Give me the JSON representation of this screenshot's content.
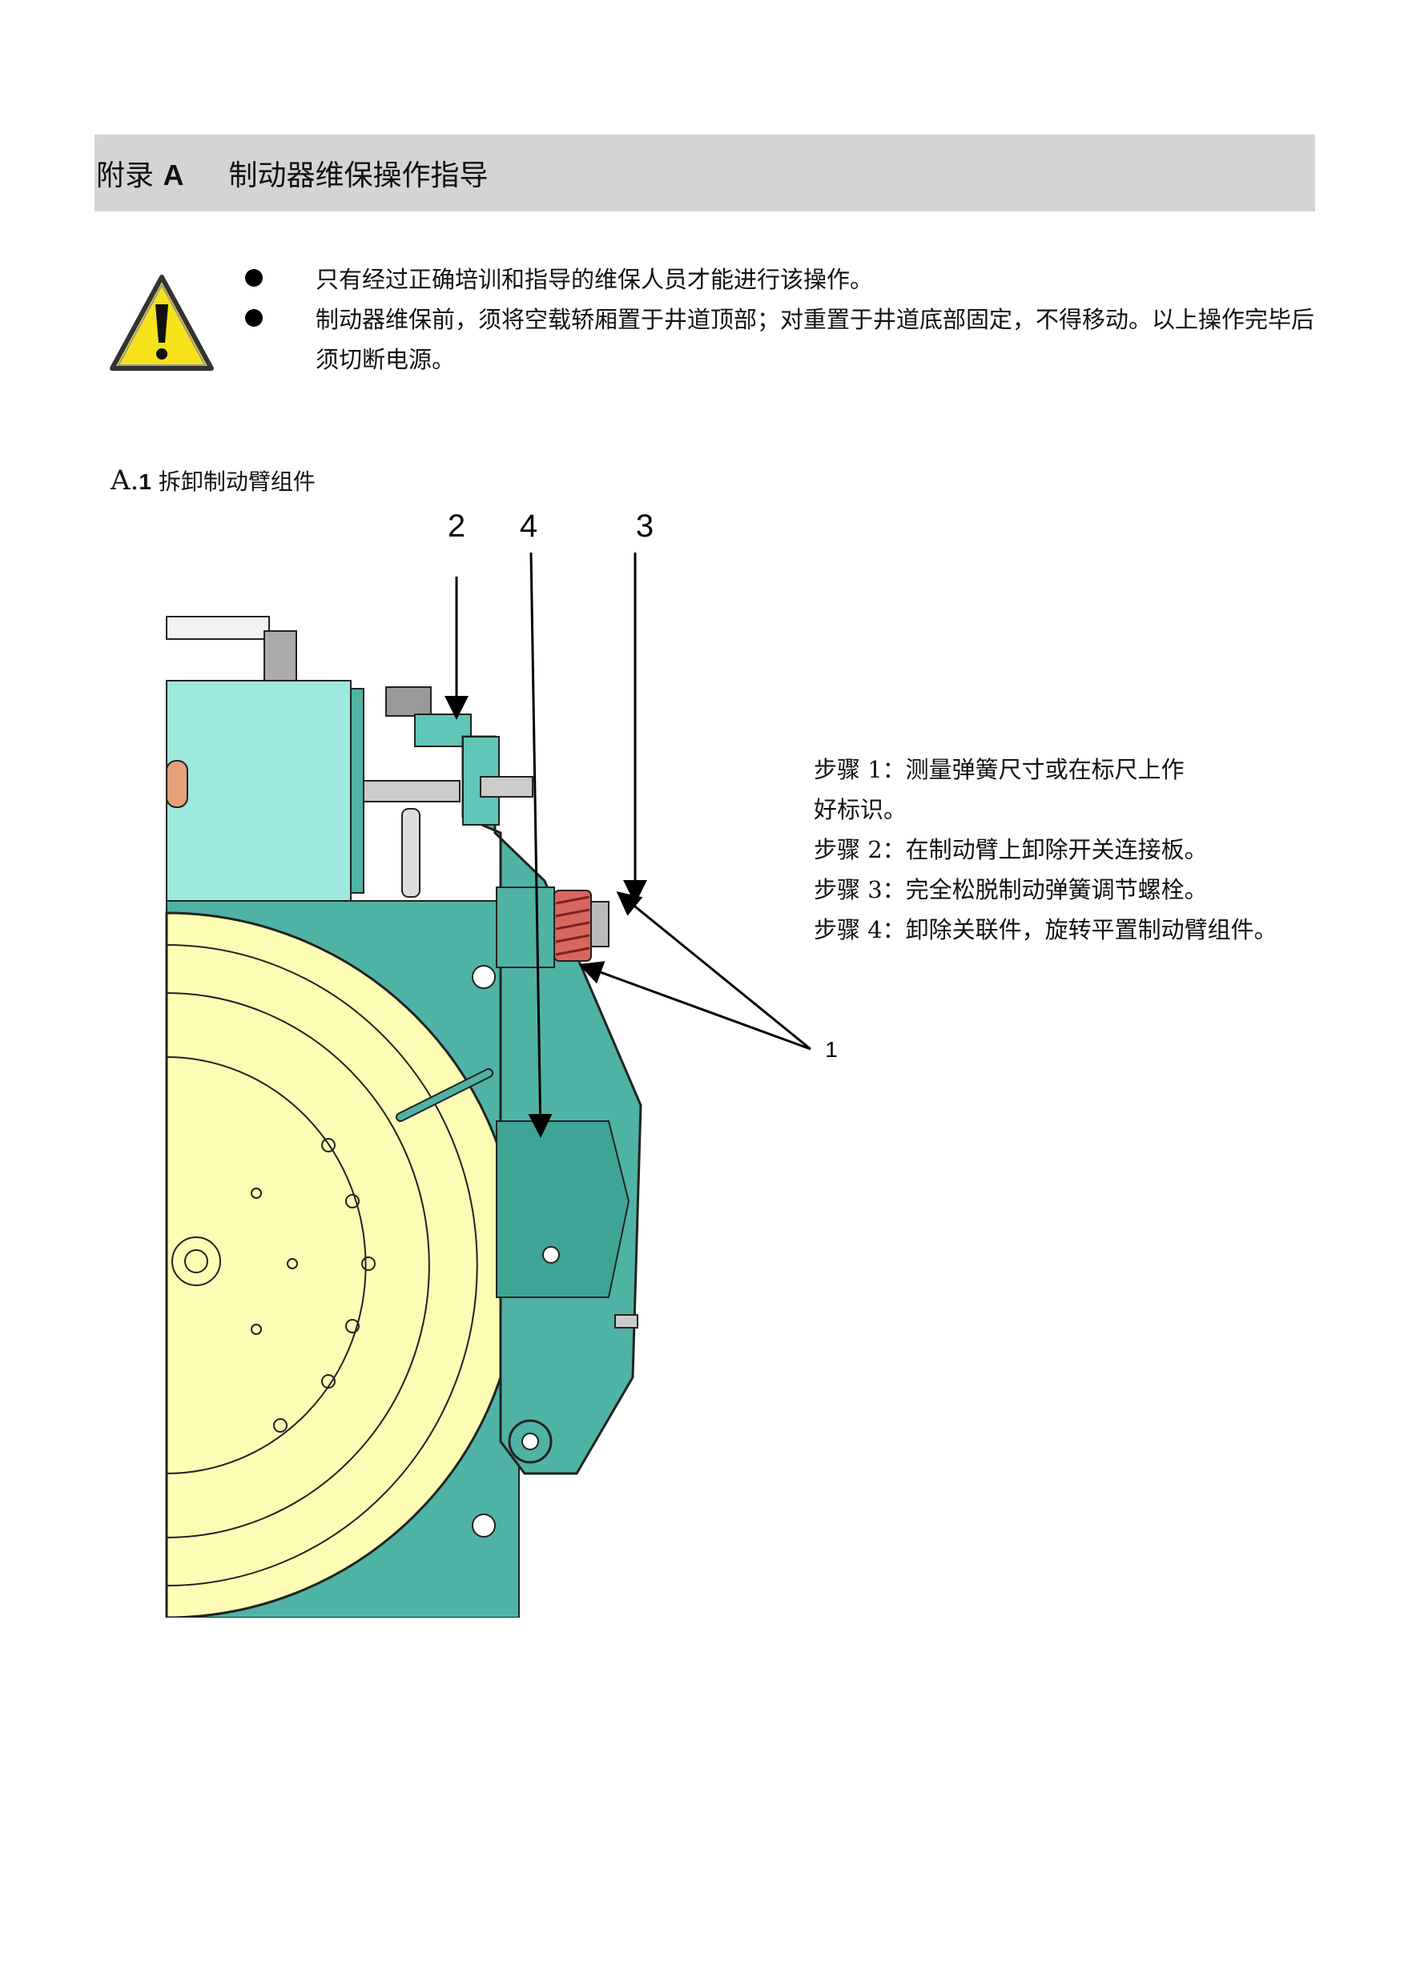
{
  "header": {
    "appendix_prefix": "附录",
    "appendix_letter": "A",
    "title": "制动器维保操作指导"
  },
  "warning": {
    "icon": "warning-triangle-icon",
    "items": [
      "只有经过正确培训和指导的维保人员才能进行该操作。",
      "制动器维保前，须将空载轿厢置于井道顶部；对重置于井道底部固定，不得移动。以上操作完毕后须切断电源。"
    ]
  },
  "section": {
    "letter": "A.",
    "number": "1",
    "title": "拆卸制动臂组件"
  },
  "diagram": {
    "callouts": [
      "2",
      "4",
      "3",
      "1"
    ]
  },
  "steps": [
    {
      "label": "步骤 1：",
      "text": "测量弹簧尺寸或在标尺上作",
      "cont": "好标识。"
    },
    {
      "label": "步骤 2：",
      "text": "在制动臂上卸除开关连接板。"
    },
    {
      "label": "步骤 3：",
      "text": "完全松脱制动弹簧调节螺栓。"
    },
    {
      "label": "步骤 4：",
      "text": "卸除关联件，旋转平置制动臂组件。"
    }
  ],
  "colors": {
    "teal": "#4fb3a5",
    "light_teal": "#9fe8df",
    "yellow": "#fdfcb4",
    "spring": "#d9665e",
    "band": "#d4d4d4"
  }
}
